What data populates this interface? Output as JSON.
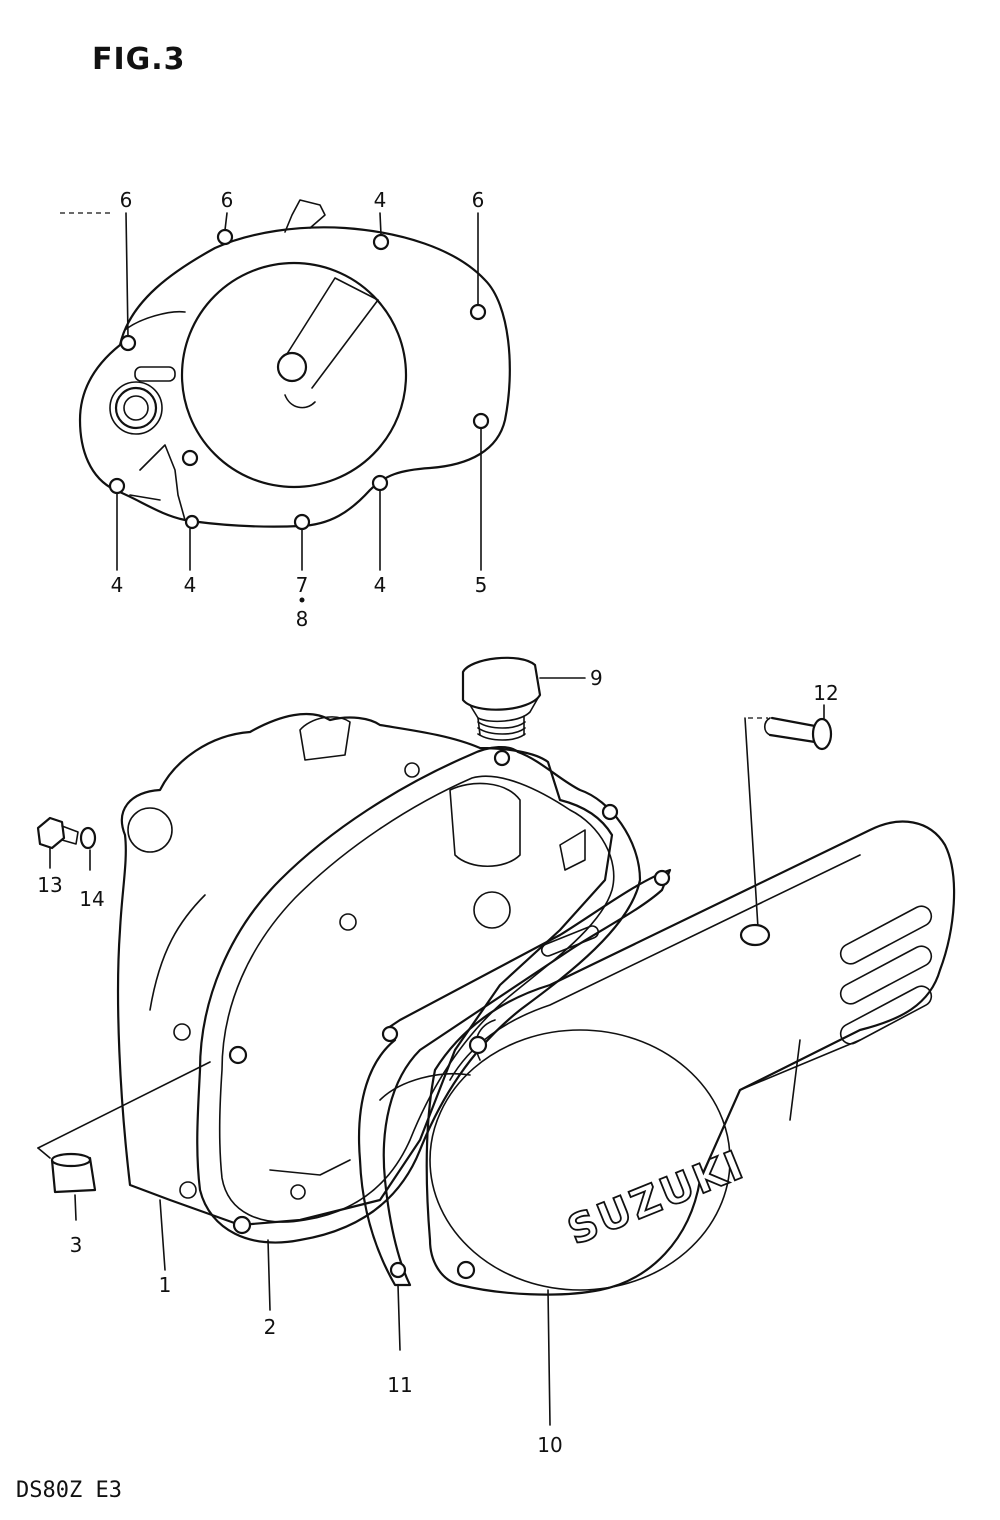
{
  "figure": {
    "title": "FIG.3",
    "model_code": "DS80Z E3",
    "logo_text": "SUZUKI"
  },
  "callouts": {
    "top_6a": "6",
    "top_6b": "6",
    "top_4a": "4",
    "top_6c": "6",
    "bot_4a": "4",
    "bot_4b": "4",
    "bot_7": "7",
    "bot_8": "8",
    "bot_4c": "4",
    "bot_5": "5",
    "p9": "9",
    "p12": "12",
    "p13": "13",
    "p14": "14",
    "p3": "3",
    "p1": "1",
    "p2": "2",
    "p11": "11",
    "p10": "10"
  }
}
